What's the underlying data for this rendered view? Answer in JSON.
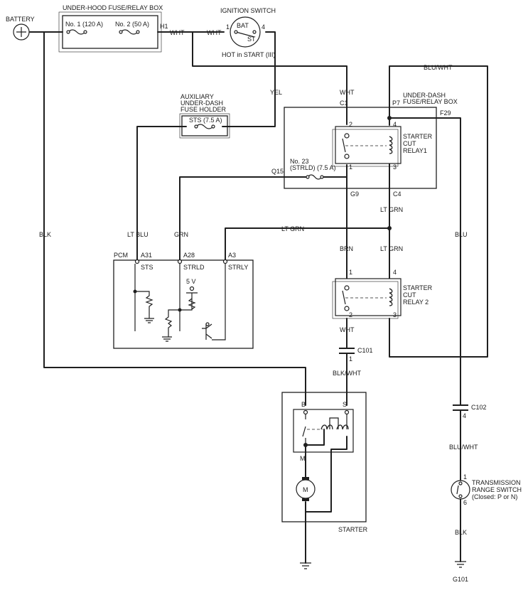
{
  "battery": {
    "label": "BATTERY"
  },
  "underhood_box": {
    "title": "UNDER-HOOD FUSE/RELAY BOX",
    "fuse1": "No. 1 (120 A)",
    "fuse2": "No. 2 (50 A)",
    "terminal": "H1"
  },
  "ignition": {
    "title": "IGNITION SWITCH",
    "bat": "BAT",
    "st": "ST",
    "pin_in": "1",
    "pin_out": "4",
    "note": "HOT in START (III)"
  },
  "aux_holder": {
    "title_line1": "AUXILIARY",
    "title_line2": "UNDER-DASH",
    "title_line3": "FUSE HOLDER",
    "fuse": "STS (7.5 A)"
  },
  "underdash_box": {
    "title_line1": "UNDER-DASH",
    "title_line2": "FUSE/RELAY BOX",
    "c1": "C1",
    "p7": "P7",
    "f29": "F29",
    "q15": "Q15",
    "g9": "G9",
    "c4": "C4",
    "fuse23_line1": "No. 23",
    "fuse23_line2": "(STRLD)  (7.5 A)"
  },
  "relay1": {
    "label_line1": "STARTER",
    "label_line2": "CUT",
    "label_line3": "RELAY1",
    "pin1": "1",
    "pin2": "2",
    "pin3": "3",
    "pin4": "4"
  },
  "relay2": {
    "label_line1": "STARTER",
    "label_line2": "CUT",
    "label_line3": "RELAY 2",
    "pin1": "1",
    "pin2": "2",
    "pin3": "3",
    "pin4": "4"
  },
  "pcm": {
    "label": "PCM",
    "a31": "A31",
    "a28": "A28",
    "a3": "A3",
    "sts": "STS",
    "strld": "STRLD",
    "strly": "STRLY",
    "v5": "5 V"
  },
  "wires": {
    "wht_h1": "WHT",
    "wht_ign": "WHT",
    "yel": "YEL",
    "wht_c1": "WHT",
    "blu_wht_top": "BLU/WHT",
    "blk_left": "BLK",
    "lt_blu": "LT BLU",
    "grn": "GRN",
    "lt_grn_h": "LT GRN",
    "lt_grn_c4": "LT GRN",
    "lt_grn_r2": "LT GRN",
    "brn": "BRN",
    "wht_r2": "WHT",
    "blk_wht": "BLK/WHT",
    "blu": "BLU",
    "blu_wht_bottom": "BLU/WHT",
    "blk_bottom": "BLK"
  },
  "connectors": {
    "c101": "C101",
    "c101_pin": "1",
    "c102": "C102",
    "c102_pin": "4"
  },
  "starter": {
    "label": "STARTER",
    "b": "B",
    "s": "S",
    "m": "M",
    "motor": "M"
  },
  "trs": {
    "label_line1": "TRANSMISSION",
    "label_line2": "RANGE SWITCH",
    "label_line3": "(Closed: P or N)",
    "pin1": "1",
    "pin6": "6"
  },
  "grounds": {
    "g101": "G101"
  }
}
